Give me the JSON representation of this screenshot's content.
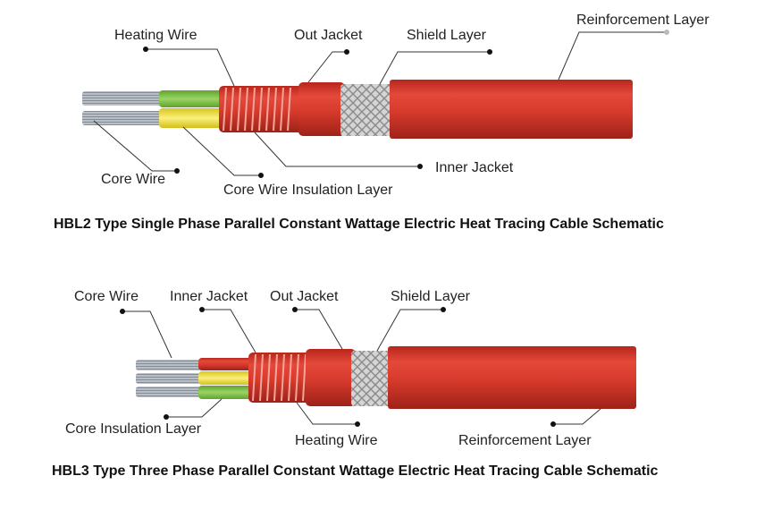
{
  "diagram1": {
    "caption": "HBL2 Type Single Phase Parallel Constant Wattage Electric Heat Tracing Cable Schematic",
    "labels": {
      "heating_wire": "Heating Wire",
      "out_jacket": "Out Jacket",
      "shield_layer": "Shield Layer",
      "reinforcement_layer": "Reinforcement Layer",
      "core_wire": "Core Wire",
      "core_wire_insulation": "Core Wire Insulation Layer",
      "inner_jacket": "Inner Jacket"
    }
  },
  "diagram2": {
    "caption": "HBL3 Type Three Phase Parallel Constant Wattage Electric Heat Tracing Cable Schematic",
    "labels": {
      "core_wire": "Core Wire",
      "inner_jacket": "Inner Jacket",
      "out_jacket": "Out Jacket",
      "shield_layer": "Shield Layer",
      "core_insulation": "Core Insulation Layer",
      "heating_wire": "Heating Wire",
      "reinforcement_layer": "Reinforcement Layer"
    }
  },
  "colors": {
    "jacket_red": "#d63a2c",
    "jacket_dark": "#a8241a",
    "insulation_green": "#7cc242",
    "insulation_yellow": "#f2e23a",
    "braid_silver": "#c8c8c8",
    "strand_silver": "#9aa3ad"
  }
}
